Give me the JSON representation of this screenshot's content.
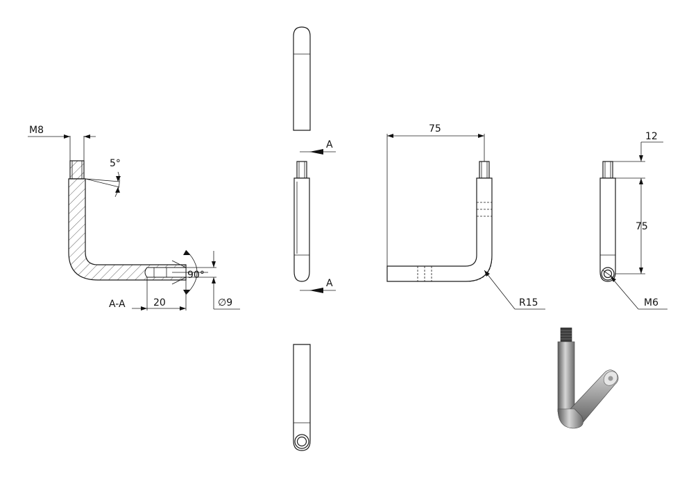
{
  "labels": {
    "thread_left": "M8",
    "taper_angle": "5°",
    "chamfer_angle": "90°",
    "hole_depth": "20",
    "hole_diameter": "∅9",
    "section_name": "A-A",
    "section_mark_top": "A",
    "section_mark_bottom": "A",
    "width": "75",
    "bend_radius": "R15",
    "thread_length": "12",
    "height": "75",
    "thread_right": "M6"
  },
  "colors": {
    "line": "#1a1a1a",
    "hatch": "#333333",
    "shaded_part_light": "#c8c8c8",
    "shaded_part_dark": "#5a5a5a",
    "thread_dark": "#3a3a3a"
  }
}
